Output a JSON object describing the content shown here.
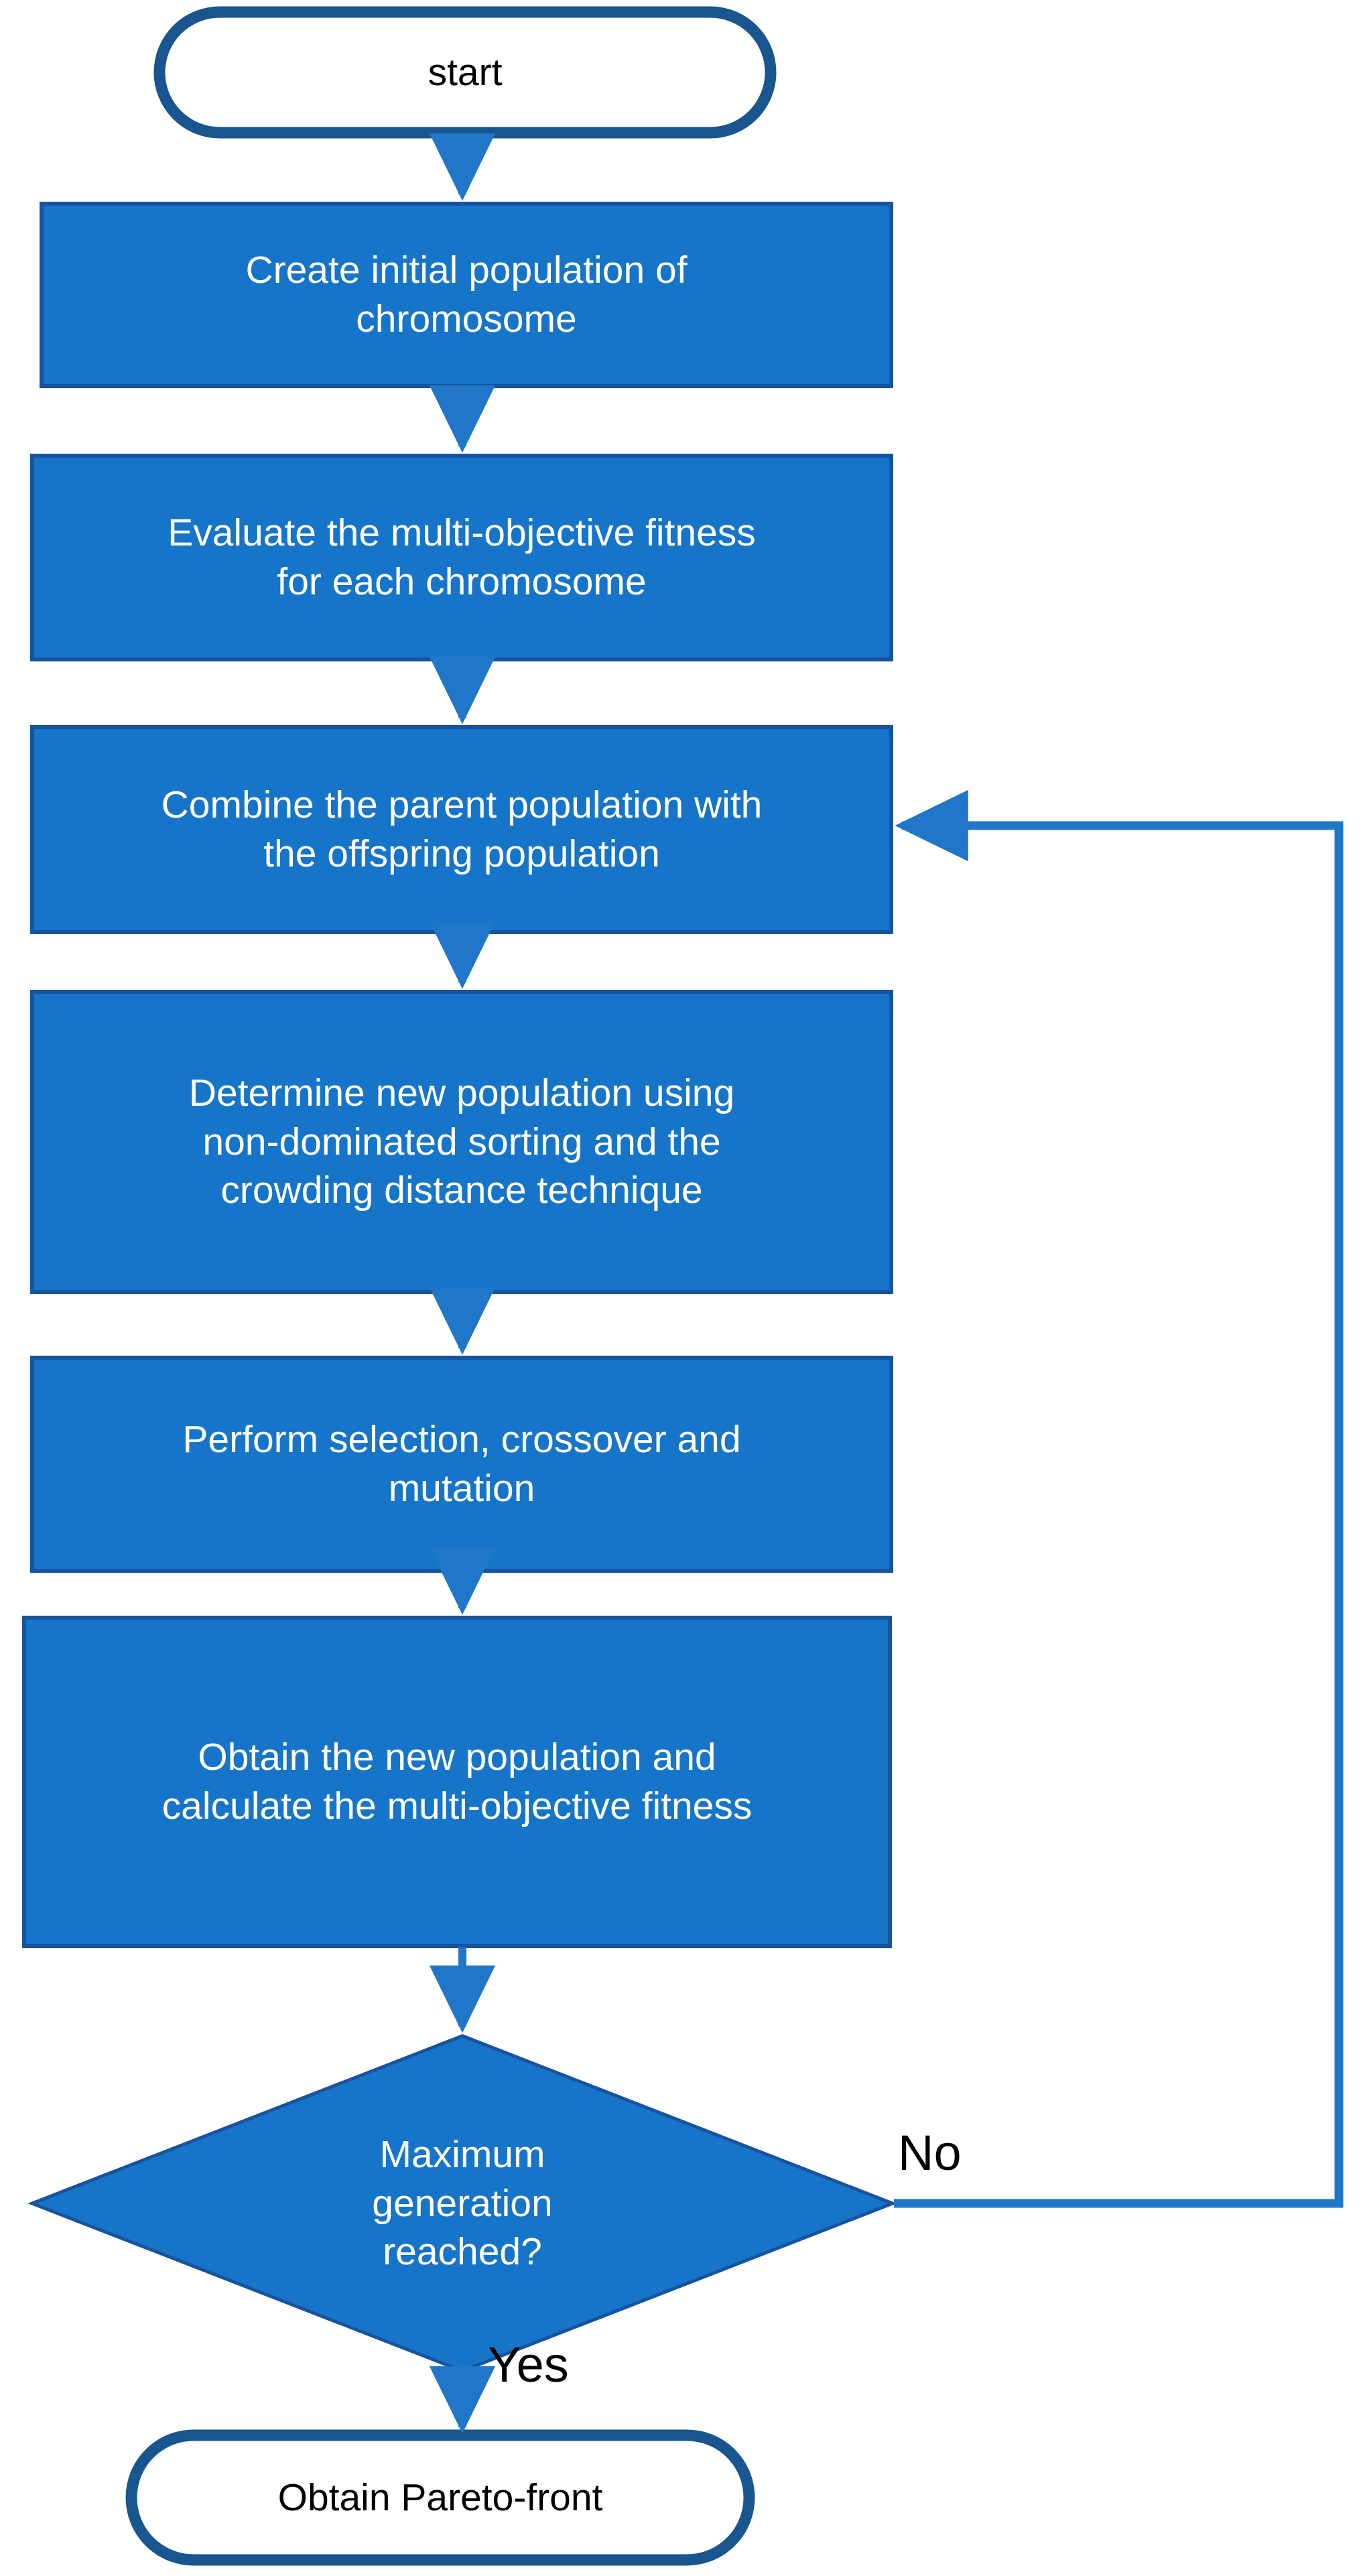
{
  "diagram": {
    "title": "Multi-objective genetic algorithm (NSGA-II) flowchart",
    "colors": {
      "process_fill": "#1675C8",
      "process_border": "#17539E",
      "terminator_border": "#19558E",
      "terminator_fill": "#FFFFFF",
      "arrow": "#2077C9",
      "process_text": "#FFFFFF",
      "terminator_text": "#000000",
      "edge_label_text": "#000000",
      "background": "#FFFFFF"
    },
    "nodes": [
      {
        "id": "start",
        "shape": "terminator",
        "label": "start"
      },
      {
        "id": "create-initial-population",
        "shape": "process",
        "label": "Create initial population of\nchromosome"
      },
      {
        "id": "evaluate-fitness",
        "shape": "process",
        "label": "Evaluate the multi-objective fitness\nfor each chromosome"
      },
      {
        "id": "combine-populations",
        "shape": "process",
        "label": "Combine the parent population with\nthe offspring population"
      },
      {
        "id": "determine-new-population",
        "shape": "process",
        "label": "Determine new population using\nnon-dominated sorting and the\ncrowding distance technique"
      },
      {
        "id": "selection-crossover-mutation",
        "shape": "process",
        "label": "Perform selection, crossover and\nmutation"
      },
      {
        "id": "obtain-new-population",
        "shape": "process",
        "label": "Obtain the new population and\ncalculate the multi-objective fitness"
      },
      {
        "id": "max-generation-decision",
        "shape": "decision",
        "label": "Maximum\ngeneration\nreached?"
      },
      {
        "id": "obtain-pareto-front",
        "shape": "terminator",
        "label": "Obtain Pareto-front"
      }
    ],
    "edge_labels": {
      "no": "No",
      "yes": "Yes"
    }
  }
}
